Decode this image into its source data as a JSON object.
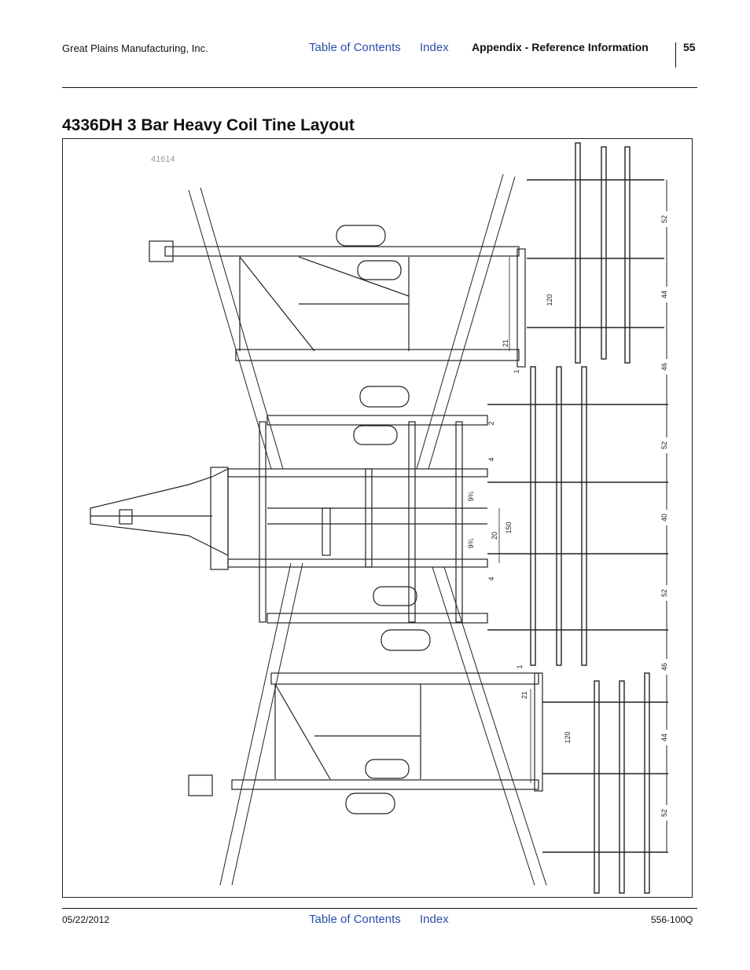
{
  "header": {
    "company": "Great Plains Manufacturing, Inc.",
    "toc_link": "Table of Contents",
    "index_link": "Index",
    "section": "Appendix - Reference Information",
    "page_number": "55"
  },
  "page_title": "4336DH 3 Bar Heavy Coil Tine Layout",
  "figure": {
    "figure_id": "41614",
    "dimension_labels": [
      "52",
      "44",
      "46",
      "52",
      "40",
      "52",
      "46",
      "44",
      "52",
      "120",
      "21",
      "1",
      "2",
      "4",
      "9¾",
      "20",
      "150",
      "9¾",
      "4",
      "1",
      "21",
      "120"
    ]
  },
  "footer": {
    "date": "05/22/2012",
    "toc_link": "Table of Contents",
    "index_link": "Index",
    "doc_number": "556-100Q"
  }
}
